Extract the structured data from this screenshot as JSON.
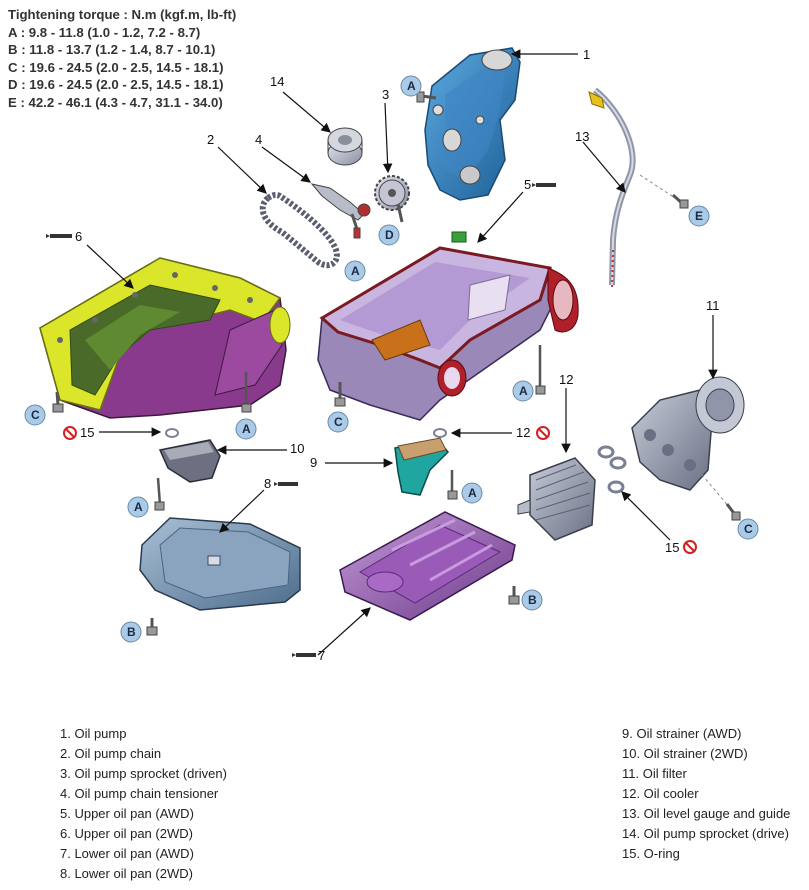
{
  "torque_spec": {
    "title": "Tightening torque : N.m (kgf.m, lb-ft)",
    "lines": [
      "A : 9.8 - 11.8 (1.0 - 1.2, 7.2 - 8.7)",
      "B : 11.8 - 13.7 (1.2 - 1.4, 8.7 - 10.1)",
      "C : 19.6 - 24.5 (2.0 - 2.5, 14.5 - 18.1)",
      "D : 19.6 - 24.5 (2.0 - 2.5, 14.5 - 18.1)",
      "E : 42.2 - 46.1 (4.3 - 4.7, 31.1 - 34.0)"
    ]
  },
  "callouts": {
    "n1": "1",
    "n2": "2",
    "n3": "3",
    "n4": "4",
    "n5": "5",
    "n6": "6",
    "n7": "7",
    "n8": "8",
    "n9": "9",
    "n10": "10",
    "n11": "11",
    "n12": "12",
    "n13": "13",
    "n14": "14",
    "n15": "15"
  },
  "torque_letters": {
    "A": "A",
    "B": "B",
    "C": "C",
    "D": "D",
    "E": "E"
  },
  "legend_left": [
    "1. Oil pump",
    "2. Oil pump chain",
    "3. Oil pump sprocket (driven)",
    "4. Oil pump chain tensioner",
    "5. Upper oil pan (AWD)",
    "6. Upper oil pan (2WD)",
    "7. Lower oil pan (AWD)",
    "8. Lower oil pan (2WD)"
  ],
  "legend_right": [
    "9. Oil strainer (AWD)",
    "10. Oil strainer (2WD)",
    "11. Oil filter",
    "12. Oil cooler",
    "13. Oil level gauge and guide",
    "14. Oil pump sprocket (drive)",
    "15. O-ring"
  ],
  "colors": {
    "torque_badge": "#a9cbe8",
    "no_reuse": "#d42020",
    "upper_pan_2wd": "#d9e62a",
    "upper_pan_body": "#8a3a8c",
    "upper_pan_awd_flange": "#b0202a",
    "lower_pan_awd": "#8f4fb0",
    "lower_pan_2wd": "#5f7f9e",
    "oil_pump": "#2f7fbf"
  }
}
